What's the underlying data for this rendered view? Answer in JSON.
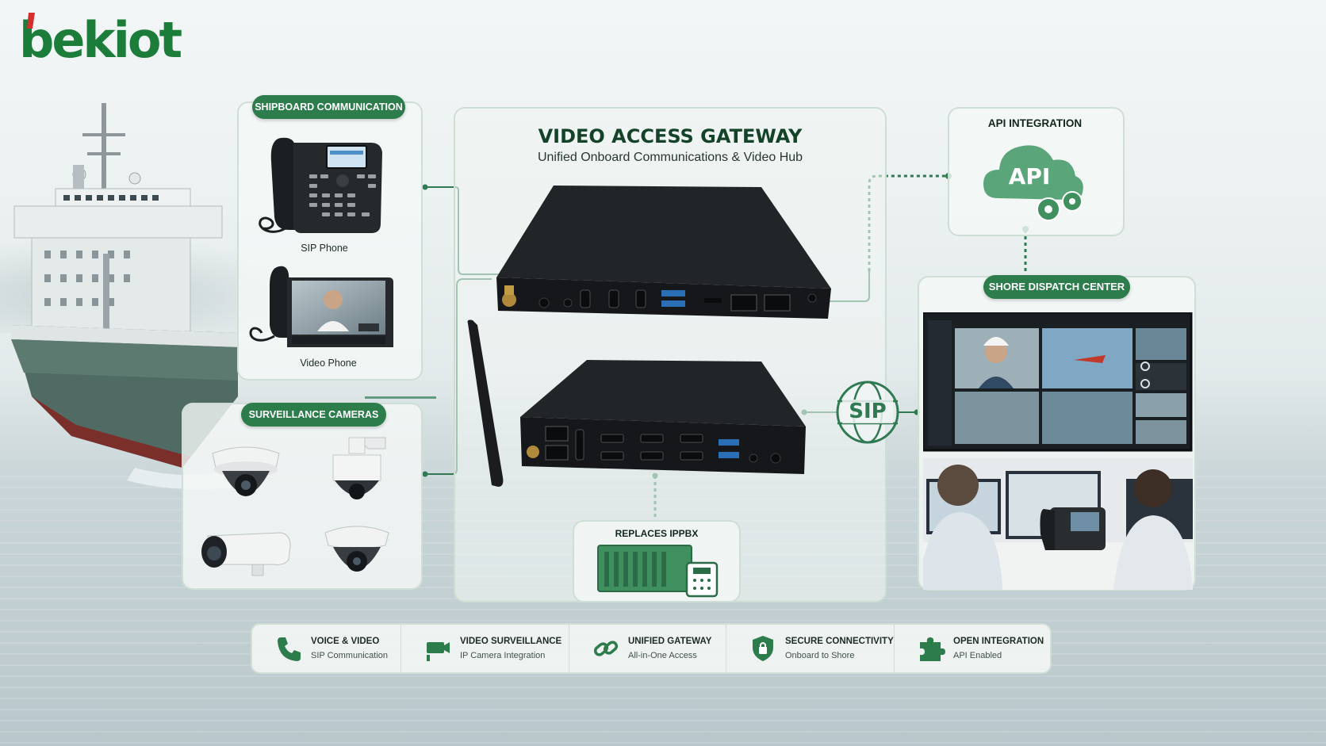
{
  "logo": {
    "text": "bekiot"
  },
  "shipboard": {
    "label": "SHIPBOARD COMMUNICATION",
    "devices": [
      {
        "caption": "SIP Phone"
      },
      {
        "caption": "Video Phone"
      }
    ]
  },
  "surveillance": {
    "label": "SURVEILLANCE CAMERAS"
  },
  "gateway": {
    "title": "VIDEO ACCESS GATEWAY",
    "subtitle": "Unified Onboard Communications & Video Hub"
  },
  "ippbx": {
    "label": "REPLACES IPPBX"
  },
  "api": {
    "label": "API INTEGRATION",
    "badge": "API"
  },
  "sip": {
    "badge": "SIP"
  },
  "shore": {
    "label": "SHORE DISPATCH CENTER"
  },
  "features": [
    {
      "icon": "phone-icon",
      "label": "VOICE & VIDEO",
      "sub": "SIP Communication"
    },
    {
      "icon": "camera-icon",
      "label": "VIDEO SURVEILLANCE",
      "sub": "IP Camera Integration"
    },
    {
      "icon": "link-icon",
      "label": "UNIFIED GATEWAY",
      "sub": "All-in-One Access"
    },
    {
      "icon": "shield-lock-icon",
      "label": "SECURE CONNECTIVITY",
      "sub": "Onboard to Shore"
    },
    {
      "icon": "puzzle-icon",
      "label": "OPEN INTEGRATION",
      "sub": "API Enabled"
    }
  ],
  "colors": {
    "brand": "#1c7c3a",
    "accent": "#2d7c4b",
    "logo_red": "#d32f2f",
    "device": "#1e2124"
  }
}
